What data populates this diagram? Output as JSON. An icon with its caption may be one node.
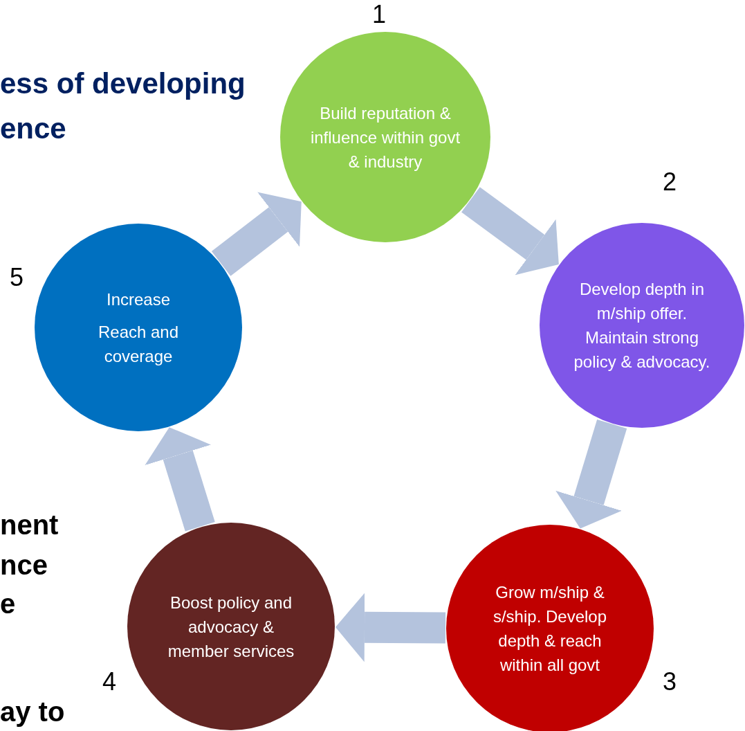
{
  "diagram": {
    "nodes": [
      {
        "text": [
          "Build reputation & influence within govt & industry"
        ],
        "beside": [
          "1"
        ]
      },
      {
        "text": [
          "Develop  depth in m/ship offer. Maintain strong policy & advocacy."
        ],
        "beside": [
          "2"
        ]
      },
      {
        "text": [
          "Grow m/ship & s/ship. Develop depth & reach within all govt"
        ],
        "beside": [
          "3"
        ]
      },
      {
        "text": [
          "Boost policy and advocacy & member services"
        ],
        "beside": [
          "4"
        ]
      },
      {
        "text": [
          "Increase",
          "Reach and coverage"
        ],
        "beside": [
          "5"
        ]
      }
    ],
    "edges": [
      {
        "from": 0,
        "to": 1,
        "arrow": "to"
      },
      {
        "from": 1,
        "to": 2,
        "arrow": "to"
      },
      {
        "from": 2,
        "to": 3,
        "arrow": "to"
      },
      {
        "from": 3,
        "to": 4,
        "arrow": "to"
      },
      {
        "from": 4,
        "to": 0,
        "arrow": "to"
      }
    ],
    "labels": [
      "ess of developing",
      "ence",
      "nent",
      "nce",
      "e",
      "ay to"
    ]
  }
}
